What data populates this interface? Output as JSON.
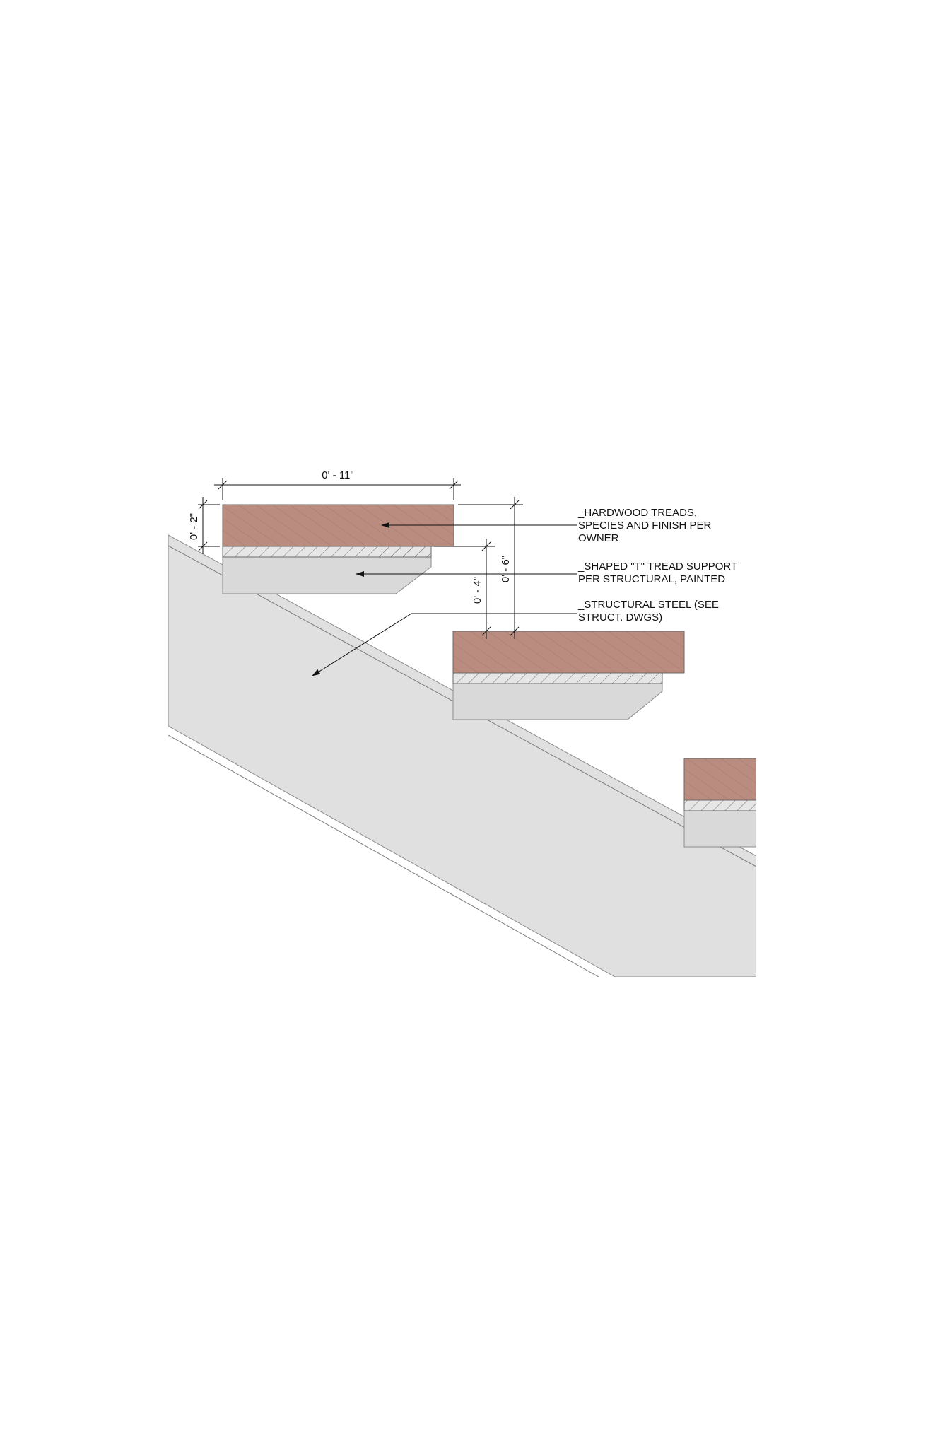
{
  "dimensions": {
    "tread_width": "0' - 11\"",
    "tread_thickness": "0' - 2\"",
    "support_rise": "0' - 4\"",
    "total_rise": "0' - 6\""
  },
  "notes": {
    "hardwood_treads": [
      "_HARDWOOD TREADS,",
      "SPECIES AND FINISH PER",
      "OWNER"
    ],
    "tread_support": [
      "_SHAPED \"T\" TREAD SUPPORT",
      "PER STRUCTURAL, PAINTED"
    ],
    "structural_steel": [
      "_STRUCTURAL STEEL (SEE",
      "STRUCT. DWGS)"
    ]
  },
  "colors": {
    "hardwood": "#b98c7f",
    "hardwood_grain": "#a57868",
    "support_fill": "#d9d9d9",
    "steel_fill": "#e0e0e0",
    "hatch_band": "#e6e6e6"
  }
}
